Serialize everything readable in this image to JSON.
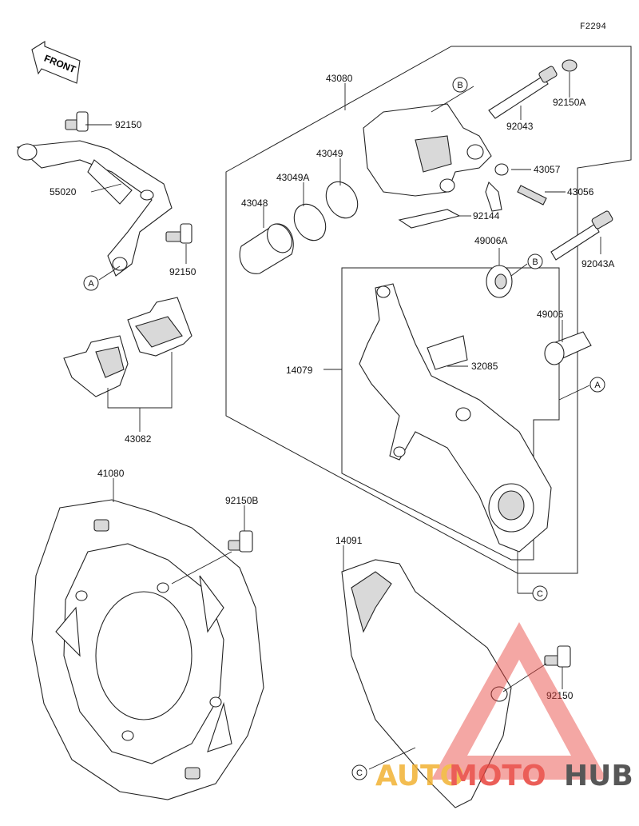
{
  "figure_id": "F2294",
  "front_label": "FRONT",
  "part_numbers": {
    "p43080": "43080",
    "p92150_a": "92150",
    "p55020": "55020",
    "p92150_b": "92150",
    "p43082": "43082",
    "p92150A": "92150A",
    "p92043": "92043",
    "p43049": "43049",
    "p43049A": "43049A",
    "p43048": "43048",
    "p43057": "43057",
    "p43056": "43056",
    "p92144": "92144",
    "p49006A": "49006A",
    "p92043A": "92043A",
    "p49006": "49006",
    "p14079": "14079",
    "p32085": "32085",
    "p41080": "41080",
    "p92150B": "92150B",
    "p14091": "14091",
    "p92150_c": "92150"
  },
  "ref_markers": {
    "a1": "A",
    "a2": "A",
    "b1": "B",
    "b2": "B",
    "c1": "C",
    "c2": "C"
  },
  "watermark": {
    "part1": "AUTO",
    "part2": "MOTO",
    "part3": "HUB"
  },
  "colors": {
    "watermark_red": "#e8423c",
    "watermark_gold": "#f2b233",
    "watermark_dark": "#3a3a3a",
    "line": "#222222"
  }
}
